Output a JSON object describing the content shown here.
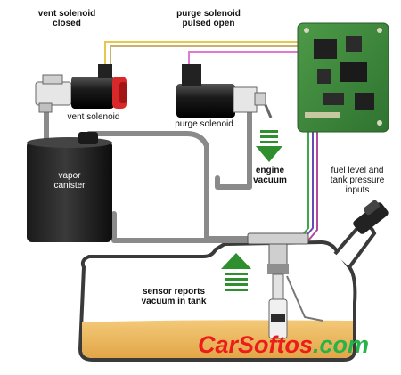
{
  "labels": {
    "vent_closed_1": "vent solenoid",
    "vent_closed_2": "closed",
    "purge_pulsed_1": "purge solenoid",
    "purge_pulsed_2": "pulsed open",
    "vent_solenoid": "vent solenoid",
    "purge_solenoid": "purge solenoid",
    "vapor_1": "vapor",
    "vapor_2": "canister",
    "engine_1": "engine",
    "engine_2": "vacuum",
    "fuel_1": "fuel level and",
    "fuel_2": "tank pressure",
    "fuel_3": "inputs",
    "sensor_1": "sensor reports",
    "sensor_2": "vacuum in tank"
  },
  "watermark": {
    "part1": "CarSoftos",
    "part2": ".com"
  },
  "colors": {
    "hose": "#8a8a8a",
    "fuel": "#e7b25a",
    "arrow_green": "#2f8f2f",
    "pcb": "#3f8b3c",
    "solenoid_red": "#d8282a",
    "wire_yellow": "#e8c84a",
    "wire_pink": "#e07ad0",
    "wire_green": "#3aa84a",
    "wire_purple": "#6a4ab0"
  }
}
